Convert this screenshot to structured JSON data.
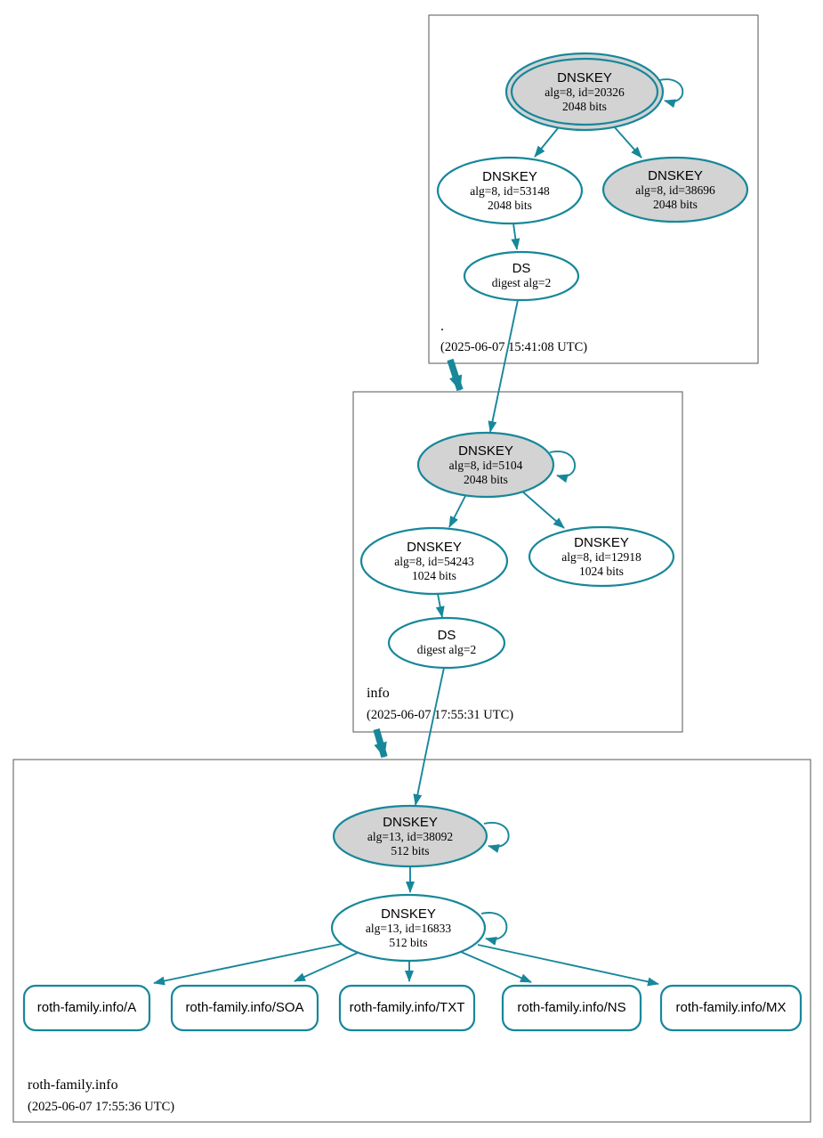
{
  "diagram": {
    "kind": "dnssec-authentication-chain"
  },
  "colors": {
    "edge_secure": "#17879a",
    "key_fill_signing": "#d3d3d3",
    "key_fill_plain": "#ffffff",
    "zone_border": "#555555",
    "text": "#000000"
  },
  "zones": [
    {
      "label": ".",
      "timestamp": "(2025-06-07 15:41:08 UTC)",
      "ksk": {
        "title": "DNSKEY",
        "detail": "alg=8, id=20326",
        "bits": "2048 bits"
      },
      "zsk": {
        "title": "DNSKEY",
        "detail": "alg=8, id=53148",
        "bits": "2048 bits"
      },
      "key3": {
        "title": "DNSKEY",
        "detail": "alg=8, id=38696",
        "bits": "2048 bits"
      },
      "ds": {
        "title": "DS",
        "detail": "digest alg=2"
      }
    },
    {
      "label": "info",
      "timestamp": "(2025-06-07 17:55:31 UTC)",
      "ksk": {
        "title": "DNSKEY",
        "detail": "alg=8, id=5104",
        "bits": "2048 bits"
      },
      "zsk": {
        "title": "DNSKEY",
        "detail": "alg=8, id=54243",
        "bits": "1024 bits"
      },
      "key3": {
        "title": "DNSKEY",
        "detail": "alg=8, id=12918",
        "bits": "1024 bits"
      },
      "ds": {
        "title": "DS",
        "detail": "digest alg=2"
      }
    },
    {
      "label": "roth-family.info",
      "timestamp": "(2025-06-07 17:55:36 UTC)",
      "ksk": {
        "title": "DNSKEY",
        "detail": "alg=13, id=38092",
        "bits": "512 bits"
      },
      "zsk": {
        "title": "DNSKEY",
        "detail": "alg=13, id=16833",
        "bits": "512 bits"
      },
      "rrsets": [
        {
          "label": "roth-family.info/A"
        },
        {
          "label": "roth-family.info/SOA"
        },
        {
          "label": "roth-family.info/TXT"
        },
        {
          "label": "roth-family.info/NS"
        },
        {
          "label": "roth-family.info/MX"
        }
      ]
    }
  ]
}
